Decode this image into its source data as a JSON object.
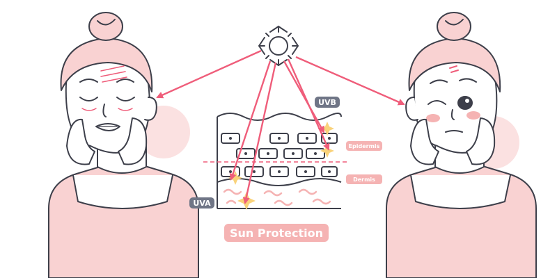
{
  "labels": {
    "uvb": "UVB",
    "uva": "UVA",
    "epidermis": "Epidermis",
    "dermis": "Dermis",
    "title": "Sun Protection"
  },
  "colors": {
    "outline": "#3d3f4a",
    "arrow": "#ef5d7a",
    "skin_pink": "#f9d2d2",
    "circle_bg": "#fbe1e1",
    "label_pink": "#f5b3b3",
    "label_gray": "#6f7586",
    "spark_yellow": "#f9d27a"
  },
  "icons": [
    "sun-icon"
  ]
}
